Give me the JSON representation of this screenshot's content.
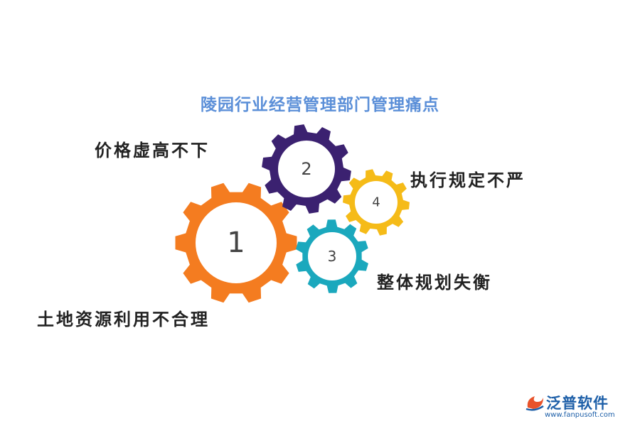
{
  "title": "陵园行业经营管理部门管理痛点",
  "gears": [
    {
      "number": "1",
      "label": "土地资源利用不合理",
      "color": "#f47c20"
    },
    {
      "number": "2",
      "label": "价格虚高不下",
      "color": "#3b2170"
    },
    {
      "number": "3",
      "label": "整体规划失衡",
      "color": "#1ba8bd"
    },
    {
      "number": "4",
      "label": "执行规定不严",
      "color": "#f5bb18"
    }
  ],
  "brand": {
    "name": "泛普软件",
    "url": "www.fanpusoft.com",
    "color": "#1d5fa8"
  }
}
